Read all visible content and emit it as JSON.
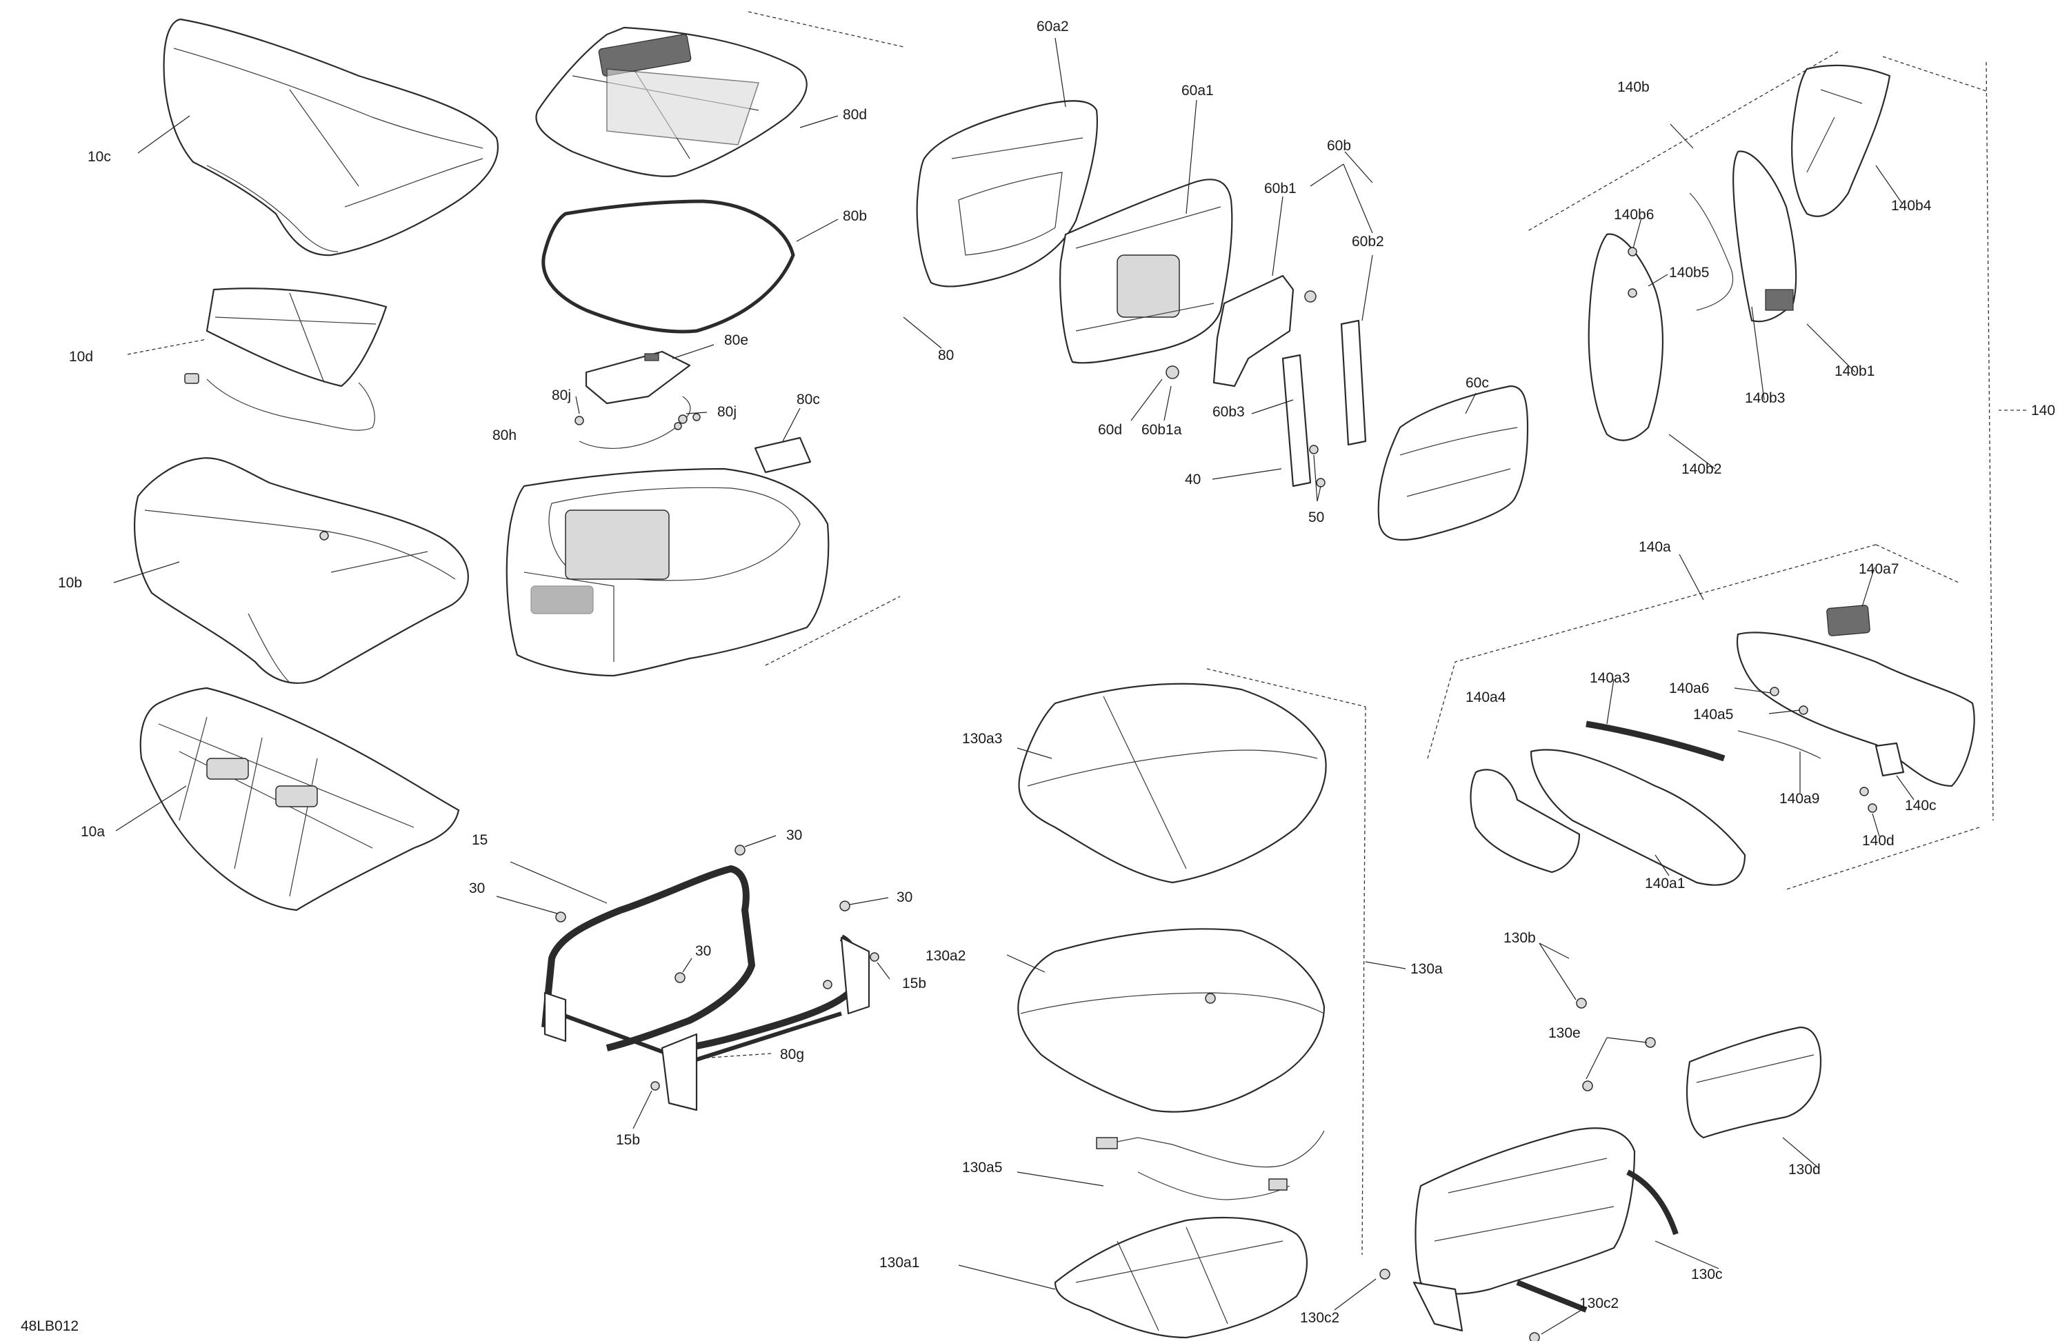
{
  "diagram": {
    "drawing_code": "48LB012",
    "callouts": [
      {
        "id": "10c",
        "text": "10c"
      },
      {
        "id": "10d",
        "text": "10d"
      },
      {
        "id": "10b",
        "text": "10b"
      },
      {
        "id": "10a",
        "text": "10a"
      },
      {
        "id": "80d",
        "text": "80d"
      },
      {
        "id": "80b",
        "text": "80b"
      },
      {
        "id": "80e",
        "text": "80e"
      },
      {
        "id": "80j_left",
        "text": "80j"
      },
      {
        "id": "80j_right",
        "text": "80j"
      },
      {
        "id": "80h",
        "text": "80h"
      },
      {
        "id": "80c",
        "text": "80c"
      },
      {
        "id": "80",
        "text": "80"
      },
      {
        "id": "80g",
        "text": "80g"
      },
      {
        "id": "15",
        "text": "15"
      },
      {
        "id": "15b_right",
        "text": "15b"
      },
      {
        "id": "15b_bottom",
        "text": "15b"
      },
      {
        "id": "30_top",
        "text": "30"
      },
      {
        "id": "30_left",
        "text": "30"
      },
      {
        "id": "30_right",
        "text": "30"
      },
      {
        "id": "30_center",
        "text": "30"
      },
      {
        "id": "60a2",
        "text": "60a2"
      },
      {
        "id": "60a1",
        "text": "60a1"
      },
      {
        "id": "60b",
        "text": "60b"
      },
      {
        "id": "60b1",
        "text": "60b1"
      },
      {
        "id": "60b2",
        "text": "60b2"
      },
      {
        "id": "60b3",
        "text": "60b3"
      },
      {
        "id": "60d",
        "text": "60d"
      },
      {
        "id": "60b1a",
        "text": "60b1a"
      },
      {
        "id": "60c",
        "text": "60c"
      },
      {
        "id": "40",
        "text": "40"
      },
      {
        "id": "50",
        "text": "50"
      },
      {
        "id": "140b",
        "text": "140b"
      },
      {
        "id": "140b6",
        "text": "140b6"
      },
      {
        "id": "140b5",
        "text": "140b5"
      },
      {
        "id": "140b4",
        "text": "140b4"
      },
      {
        "id": "140b3",
        "text": "140b3"
      },
      {
        "id": "140b1",
        "text": "140b1"
      },
      {
        "id": "140b2",
        "text": "140b2"
      },
      {
        "id": "140",
        "text": "140"
      },
      {
        "id": "140a",
        "text": "140a"
      },
      {
        "id": "140a7",
        "text": "140a7"
      },
      {
        "id": "140a6",
        "text": "140a6"
      },
      {
        "id": "140a3",
        "text": "140a3"
      },
      {
        "id": "140a5",
        "text": "140a5"
      },
      {
        "id": "140a4",
        "text": "140a4"
      },
      {
        "id": "140a9",
        "text": "140a9"
      },
      {
        "id": "140c",
        "text": "140c"
      },
      {
        "id": "140d",
        "text": "140d"
      },
      {
        "id": "140a1",
        "text": "140a1"
      },
      {
        "id": "130a3",
        "text": "130a3"
      },
      {
        "id": "130a2",
        "text": "130a2"
      },
      {
        "id": "130a",
        "text": "130a"
      },
      {
        "id": "130a5",
        "text": "130a5"
      },
      {
        "id": "130a1",
        "text": "130a1"
      },
      {
        "id": "130b",
        "text": "130b"
      },
      {
        "id": "130e",
        "text": "130e"
      },
      {
        "id": "130d",
        "text": "130d"
      },
      {
        "id": "130c",
        "text": "130c"
      },
      {
        "id": "130c2_left",
        "text": "130c2"
      },
      {
        "id": "130c2_right",
        "text": "130c2"
      }
    ]
  }
}
